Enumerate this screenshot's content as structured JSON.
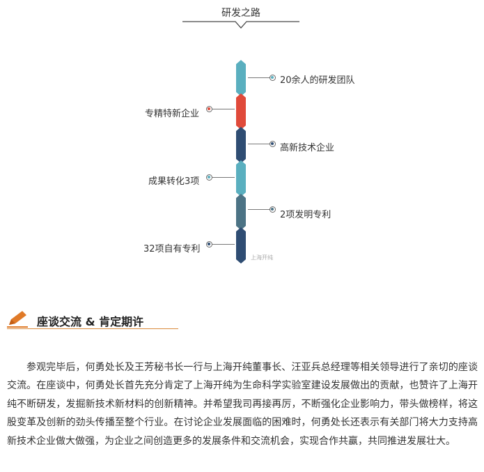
{
  "roadmap": {
    "title": "研发之路",
    "items": [
      {
        "label": "20余人的研发团队",
        "side": "right",
        "color": "#5aafbf"
      },
      {
        "label": "专精特新企业",
        "side": "left",
        "color": "#e04a3a"
      },
      {
        "label": "高新技术企业",
        "side": "right",
        "color": "#2f4d73"
      },
      {
        "label": "成果转化3项",
        "side": "left",
        "color": "#5aafbf"
      },
      {
        "label": "2项发明专利",
        "side": "right",
        "color": "#4c7385"
      },
      {
        "label": "32项自有专利",
        "side": "left",
        "color": "#2f4d73"
      }
    ],
    "watermark": "上海开纯"
  },
  "section": {
    "icon": "pencil-icon",
    "title": "座谈交流 & 肯定期许",
    "accent": "#e07a28",
    "paragraph": "参观完毕后，何勇处长及王芳秘书长一行与上海开纯董事长、汪亚兵总经理等相关领导进行了亲切的座谈交流。在座谈中，何勇处长首先充分肯定了上海开纯为生命科学实验室建设发展做出的贡献，也赞许了上海开纯不断研发，发掘新技术新材料的创新精神。并希望我司再接再厉，不断强化企业影响力，带头做榜样，将这股变革及创新的劲头传播至整个行业。在讨论企业发展面临的困难时，何勇处长还表示有关部门将大力支持高新技术企业做大做强，为企业之间创造更多的发展条件和交流机会，实现合作共赢，共同推进发展壮大。"
  }
}
